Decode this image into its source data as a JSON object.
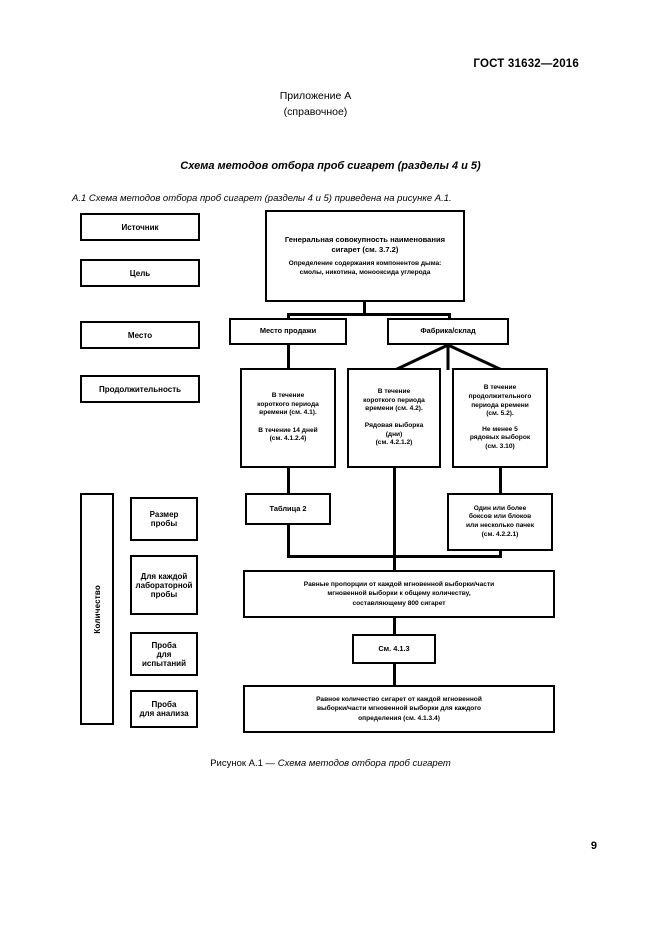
{
  "header": {
    "standard": "ГОСТ 31632—2016",
    "page_number": "9"
  },
  "appendix": {
    "line1": "Приложение А",
    "line2": "(справочное)"
  },
  "title": "Схема методов отбора проб сигарет (разделы 4 и 5)",
  "subtitle": "А.1  Схема методов отбора проб сигарет (разделы 4 и 5) приведена на рисунке А.1.",
  "caption": {
    "number": "Рисунок А.1 — ",
    "text": "Схема методов отбора проб сигарет"
  },
  "row_labels": [
    {
      "label": "Источник"
    },
    {
      "label": "Цель"
    },
    {
      "label": "Место"
    },
    {
      "label": "Продолжительность"
    }
  ],
  "quantity_label": "Количество",
  "quantity_items": [
    {
      "label": "Размер\nпробы",
      "line1": "Размер",
      "line2": "пробы",
      "line3": ""
    },
    {
      "label": "Для каждой лабораторной пробы",
      "line1": "Для каждой",
      "line2": "лабораторной",
      "line3": "пробы"
    },
    {
      "label": "Проба для испытаний",
      "line1": "Проба",
      "line2": "для",
      "line3": "испытаний"
    },
    {
      "label": "Проба для анализа",
      "line1": "Проба",
      "line2": "для анализа",
      "line3": ""
    }
  ],
  "nodes": {
    "population": {
      "heading": "Генеральная совокупность наименования сигарет (см. 3.7.2)",
      "body": "Определение содержания компонентов дыма: смолы, никотина, монооксида углерода"
    },
    "place_sale": "Место продажи",
    "factory": "Фабрика/склад",
    "short_period_41": "В течение короткого периода времени (см. 4.1).\n\nВ течение 14 дней (см. 4.1.2.4)",
    "short_period_41_l1": "В течение",
    "short_period_41_l2": "короткого периода",
    "short_period_41_l3": "времени (см. 4.1).",
    "short_period_41_l4": "В течение 14 дней",
    "short_period_41_l5": "(см. 4.1.2.4)",
    "short_period_42_l1": "В течение",
    "short_period_42_l2": "короткого периода",
    "short_period_42_l3": "времени (см. 4.2).",
    "short_period_42_l4": "Рядовая выборка",
    "short_period_42_l5": "(дни)",
    "short_period_42_l6": "(см. 4.2.1.2)",
    "long_period_52_l1": "В течение",
    "long_period_52_l2": "продолжительного",
    "long_period_52_l3": "периода времени",
    "long_period_52_l4": "(см. 5.2).",
    "long_period_52_l5": "Не менее 5",
    "long_period_52_l6": "рядовых выборок",
    "long_period_52_l7": "(см. 3.10)",
    "table2": "Таблица 2",
    "boxes_blocks_l1": "Один или более",
    "boxes_blocks_l2": "боксов или блоков",
    "boxes_blocks_l3": "или несколько пачек",
    "boxes_blocks_l4": "(см. 4.2.2.1)",
    "proportions_l1": "Равные пропорции от каждой мгновенной выборки/части",
    "proportions_l2": "мгновенной выборки к общему количеству,",
    "proportions_l3": "составляющему 800 сигарет",
    "see_413": "См. 4.1.3",
    "equal_amount_l1": "Равное количество сигарет от каждой мгновенной",
    "equal_amount_l2": "выборки/части мгновенной выборки для каждого",
    "equal_amount_l3": "определения (см. 4.1.3.4)"
  }
}
